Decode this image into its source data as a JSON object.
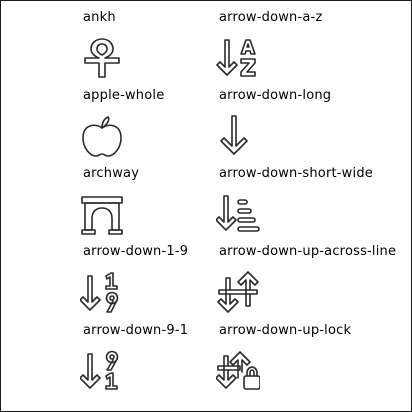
{
  "icons": [
    {
      "label": "ankh",
      "icon": "ankh-icon"
    },
    {
      "label": "arrow-down-a-z",
      "icon": "arrow-down-a-z-icon"
    },
    {
      "label": "apple-whole",
      "icon": "apple-whole-icon"
    },
    {
      "label": "arrow-down-long",
      "icon": "arrow-down-long-icon"
    },
    {
      "label": "archway",
      "icon": "archway-icon"
    },
    {
      "label": "arrow-down-short-wide",
      "icon": "arrow-down-short-wide-icon"
    },
    {
      "label": "arrow-down-1-9",
      "icon": "arrow-down-1-9-icon"
    },
    {
      "label": "arrow-down-up-across-line",
      "icon": "arrow-down-up-across-line-icon"
    },
    {
      "label": "arrow-down-9-1",
      "icon": "arrow-down-9-1-icon"
    },
    {
      "label": "arrow-down-up-lock",
      "icon": "arrow-down-up-lock-icon"
    }
  ]
}
